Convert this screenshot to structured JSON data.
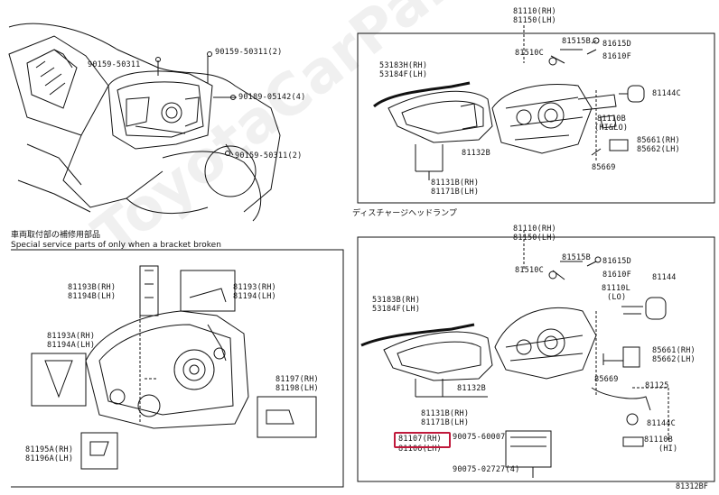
{
  "top_left": {
    "callouts": [
      "90159-50311",
      "90159-50311(2)",
      "90189-05142(4)",
      "90159-50311(2)"
    ]
  },
  "top_right": {
    "callouts": [
      "81110(RH)",
      "81150(LH)",
      "81515B",
      "81615D",
      "81510C",
      "81610F",
      "53183H(RH)",
      "53184F(LH)",
      "81144C",
      "81110B",
      "(HI&LO)",
      "85661(RH)",
      "85662(LH)",
      "85669",
      "81132B",
      "81131B(RH)",
      "81171B(LH)"
    ]
  },
  "bottom_left": {
    "title_jp": "車両取付部の補修用部品",
    "title_en": "Special service parts of only when a bracket broken",
    "callouts": [
      "81193B(RH)",
      "81194B(LH)",
      "81193(RH)",
      "81194(LH)",
      "81193A(RH)",
      "81194A(LH)",
      "81197(RH)",
      "81198(LH)",
      "81195A(RH)",
      "81196A(LH)"
    ]
  },
  "bottom_right": {
    "title_jp": "ディスチャージヘッドランプ",
    "callouts": [
      "81110(RH)",
      "81150(LH)",
      "81515B",
      "81615D",
      "81510C",
      "81610F",
      "81144",
      "81110L",
      "(LO)",
      "53183B(RH)",
      "53184F(LH)",
      "85661(RH)",
      "85662(LH)",
      "85669",
      "81132B",
      "81125",
      "81131B(RH)",
      "81171B(LH)",
      "81144C",
      "81107(RH)",
      "81106(LH)",
      "90075-60007",
      "81110B",
      "(HI)",
      "90075-02727(4)"
    ]
  },
  "watermark": "ToyotaCarParts.ru",
  "doc_id": "81312BF",
  "highlight_color": "#c0193b"
}
